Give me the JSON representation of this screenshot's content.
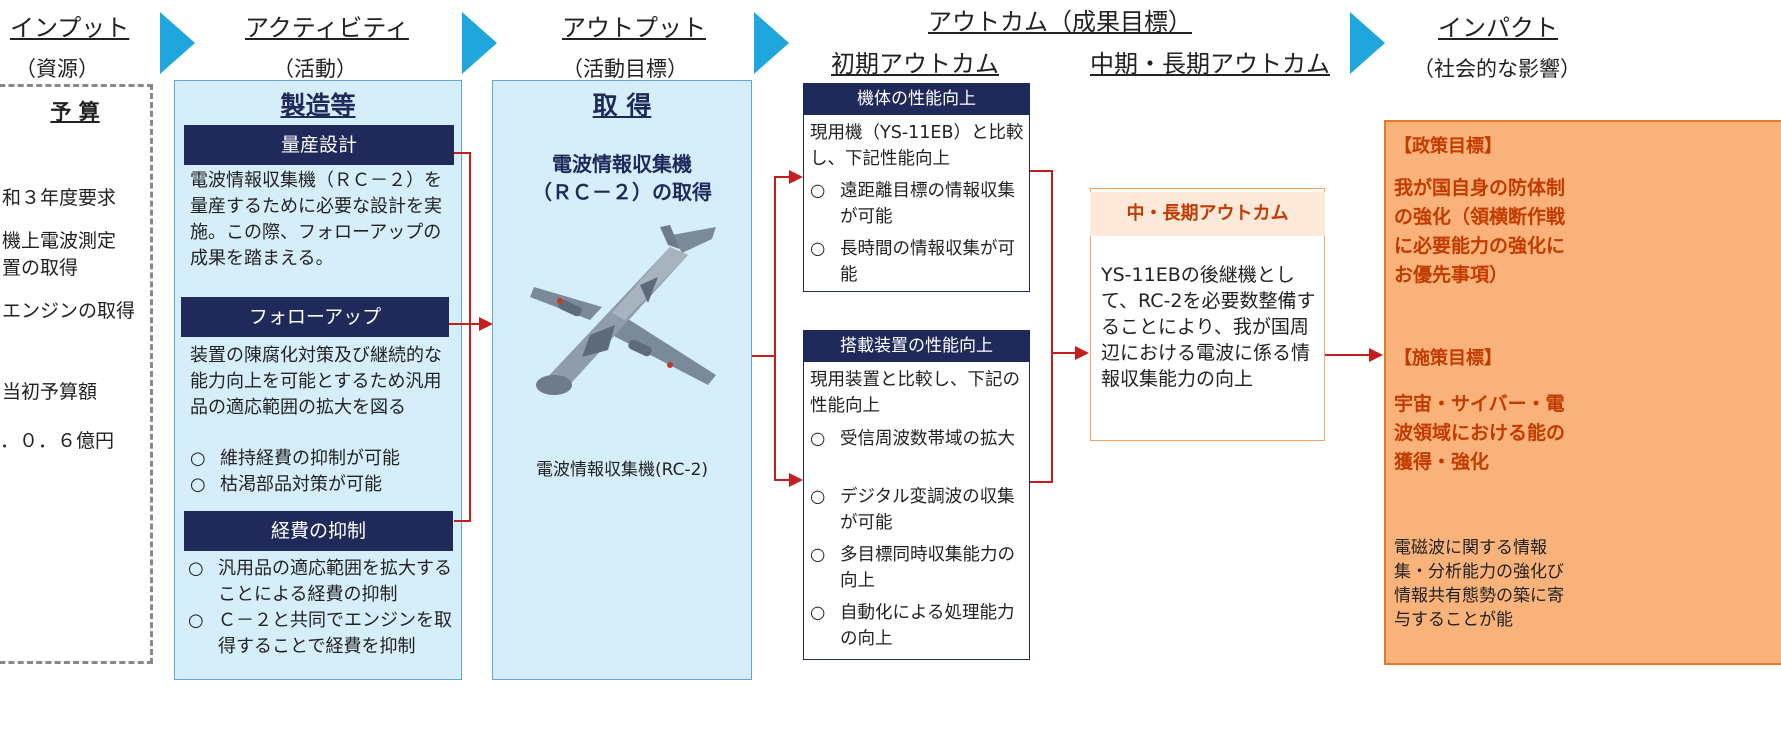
{
  "columns": {
    "input": {
      "title": "インプット",
      "sub": "（資源）"
    },
    "activity": {
      "title": "アクティビティ",
      "sub": "（活動）"
    },
    "output": {
      "title": "アウトプット",
      "sub": "（活動目標）"
    },
    "outcome": {
      "title": "アウトカム（成果目標）",
      "early": "初期アウトカム",
      "mid": "中期・長期アウトカム"
    },
    "impact": {
      "title": "インパクト",
      "sub": "（社会的な影響）"
    }
  },
  "input_box": {
    "title": "予 算",
    "lines": [
      "和３年度要求",
      "機上電波測定",
      "置の取得",
      "エンジンの取得"
    ],
    "budget_label": "当初予算額",
    "budget_value": "．０．６億円"
  },
  "activity_panel": {
    "title": "製造等",
    "sections": [
      {
        "header": "量産設計",
        "text": "電波情報収集機（ＲＣ－２）を量産するために必要な設計を実施。この際、フォローアップの成果を踏まえる。"
      },
      {
        "header": "フォローアップ",
        "text": "装置の陳腐化対策及び継続的な能力向上を可能とするため汎用品の適応範囲の拡大を図る",
        "items": [
          "維持経費の抑制が可能",
          "枯渇部品対策が可能"
        ]
      },
      {
        "header": "経費の抑制",
        "items": [
          "汎用品の適応範囲を拡大することによる経費の抑制",
          "Ｃ－２と共同でエンジンを取得することで経費を抑制"
        ]
      }
    ]
  },
  "output_panel": {
    "title": "取 得",
    "main_line1": "電波情報収集機",
    "main_line2": "（ＲＣ－２）の取得",
    "caption": "電波情報収集機(RC-2)"
  },
  "early_outcomes": [
    {
      "header": "機体の性能向上",
      "text": "現用機（YS-11EB）と比較し、下記性能向上",
      "items": [
        "遠距離目標の情報収集が可能",
        "長時間の情報収集が可能"
      ]
    },
    {
      "header": "搭載装置の性能向上",
      "text": "現用装置と比較し、下記の性能向上",
      "items": [
        "受信周波数帯域の拡大",
        "デジタル変調波の収集が可能",
        "多目標同時収集能力の向上",
        "自動化による処理能力の向上"
      ]
    }
  ],
  "mid_outcome": {
    "header": "中・長期アウトカム",
    "text": "YS-11EBの後継機として、RC-2を必要数整備することにより、我が国周辺における電波に係る情報収集能力の向上"
  },
  "impact_box": {
    "policy_label": "【政策目標】",
    "policy_text": "我が国自身の防体制の強化（領横断作戦に必要能力の強化にお優先事項）",
    "measure_label": "【施策目標】",
    "measure_text": "宇宙・サイバー・電波領域における能の獲得・強化",
    "note": "電磁波に関する情報集・分析能力の強化び情報共有態勢の築に寄与することが能"
  },
  "bullet": "○",
  "colors": {
    "arrow": "#1ea6dd",
    "navy": "#1f2a5a",
    "connector": "#c41e1e",
    "orange": "#f4a460"
  }
}
